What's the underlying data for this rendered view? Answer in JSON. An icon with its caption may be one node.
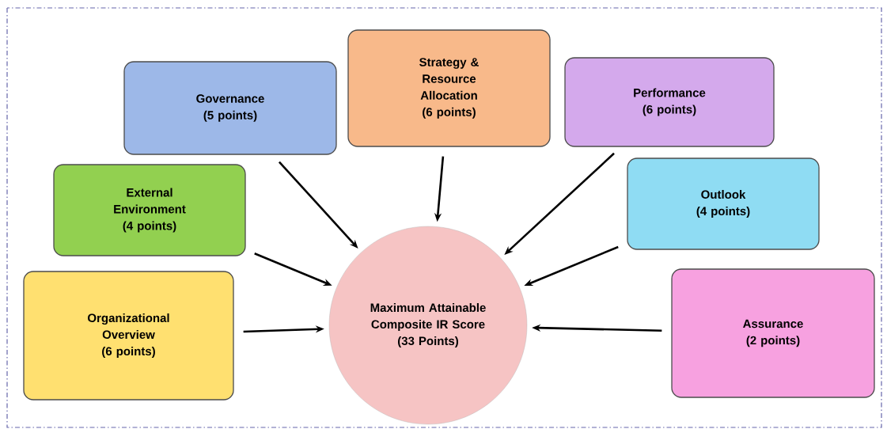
{
  "diagram": {
    "nodes": [
      {
        "text": [
          "Governance",
          "(5 points)"
        ]
      },
      {
        "text": [
          "Strategy & Resource Allocation",
          "(6 points)"
        ]
      },
      {
        "text": [
          "Performance",
          "(6 points)"
        ]
      },
      {
        "text": [
          "External Environment",
          "(4 points)"
        ]
      },
      {
        "text": [
          "Outlook",
          "(4 points)"
        ]
      },
      {
        "text": [
          "Organizational Overview",
          "(6 points)"
        ]
      },
      {
        "text": [
          "Maximum Attainable Composite IR Score",
          "(33 Points)"
        ]
      },
      {
        "text": [
          "Assurance",
          "(2 points)"
        ]
      }
    ],
    "edges": [
      {
        "from": 0,
        "to": 6,
        "arrow": "to"
      },
      {
        "from": 1,
        "to": 6,
        "arrow": "to"
      },
      {
        "from": 2,
        "to": 6,
        "arrow": "to"
      },
      {
        "from": 3,
        "to": 6,
        "arrow": "to"
      },
      {
        "from": 4,
        "to": 6,
        "arrow": "to"
      },
      {
        "from": 5,
        "to": 6,
        "arrow": "to"
      },
      {
        "from": 7,
        "to": 6,
        "arrow": "to"
      }
    ]
  }
}
